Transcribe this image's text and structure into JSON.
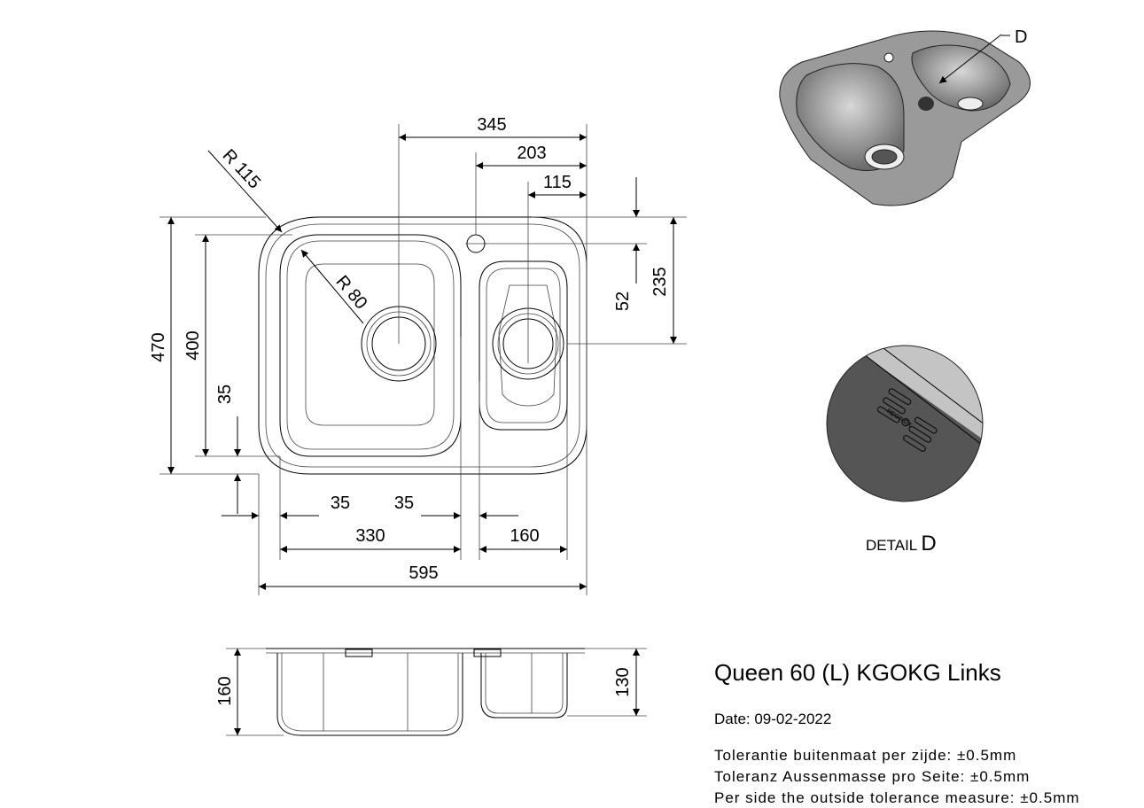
{
  "plan_view": {
    "dimensions": {
      "d345": "345",
      "d203": "203",
      "d115": "115",
      "d470": "470",
      "d400": "400",
      "d35_vertical": "35",
      "d52": "52",
      "d235": "235",
      "d35_left": "35",
      "d35_middle": "35",
      "d330": "330",
      "d160": "160",
      "d595": "595",
      "radius_outer": "R 115",
      "radius_inner": "R 80"
    }
  },
  "side_view": {
    "dimensions": {
      "d160": "160",
      "d130": "130"
    }
  },
  "iso_view": {
    "callout": "D"
  },
  "detail": {
    "label_prefix": "DETAIL",
    "label_letter": "D",
    "logo_text": "REGINOX"
  },
  "info": {
    "title": "Queen 60 (L) KGOKG Links",
    "date": "Date: 09-02-2022",
    "tolerances": [
      "Tolerantie buitenmaat per zijde: ±0.5mm",
      "Toleranz Aussenmasse pro Seite: ±0.5mm",
      "Per side the outside tolerance measure: ±0.5mm"
    ]
  }
}
